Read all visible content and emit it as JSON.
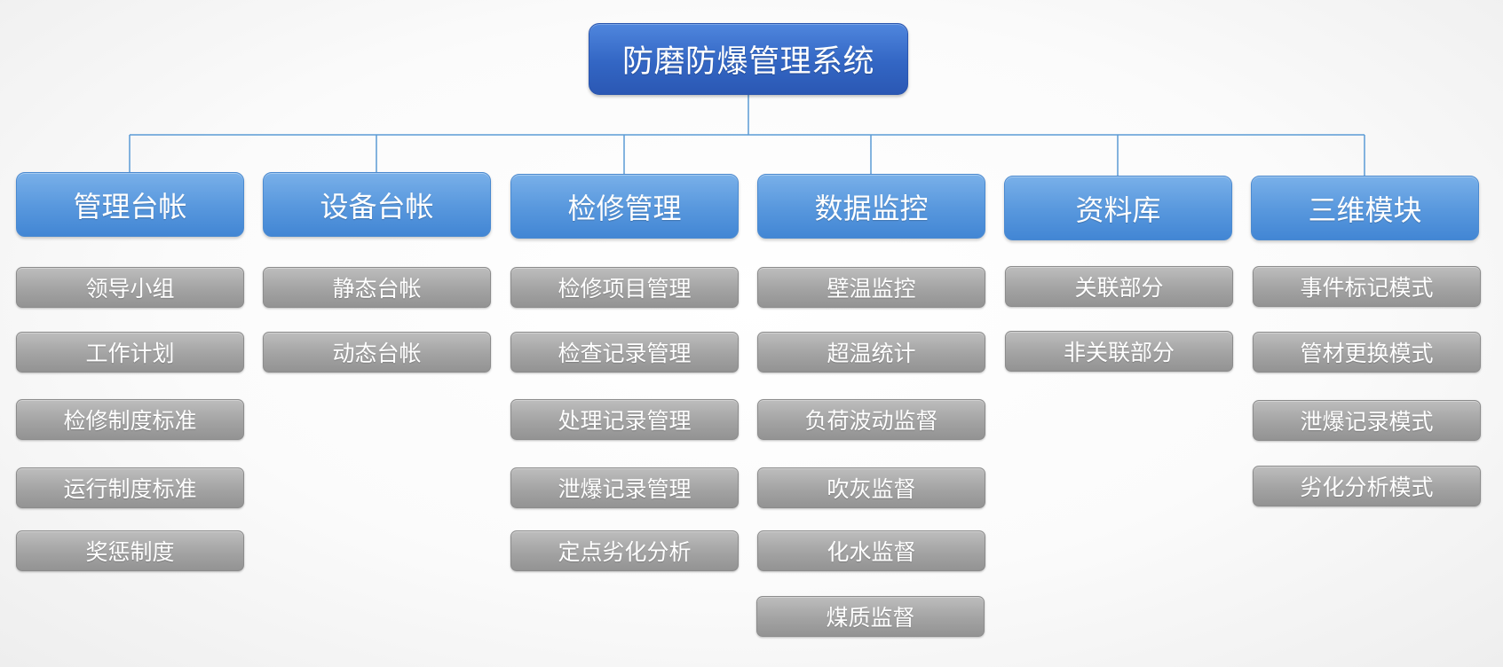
{
  "root": {
    "title": "防磨防爆管理系统"
  },
  "categories": [
    {
      "label": "管理台帐",
      "items": [
        "领导小组",
        "工作计划",
        "检修制度标准",
        "运行制度标准",
        "奖惩制度"
      ]
    },
    {
      "label": "设备台帐",
      "items": [
        "静态台帐",
        "动态台帐"
      ]
    },
    {
      "label": "检修管理",
      "items": [
        "检修项目管理",
        "检查记录管理",
        "处理记录管理",
        "泄爆记录管理",
        "定点劣化分析"
      ]
    },
    {
      "label": "数据监控",
      "items": [
        "壁温监控",
        "超温统计",
        "负荷波动监督",
        "吹灰监督",
        "化水监督",
        "煤质监督"
      ]
    },
    {
      "label": "资料库",
      "items": [
        "关联部分",
        "非关联部分"
      ]
    },
    {
      "label": "三维模块",
      "items": [
        "事件标记模式",
        "管材更换模式",
        "泄爆记录模式",
        "劣化分析模式"
      ]
    }
  ],
  "colors": {
    "root_fill": "#3366c4",
    "category_fill": "#5a99de",
    "item_fill": "#a3a3a3",
    "connector": "#5b9bd5",
    "text": "#ffffff"
  }
}
